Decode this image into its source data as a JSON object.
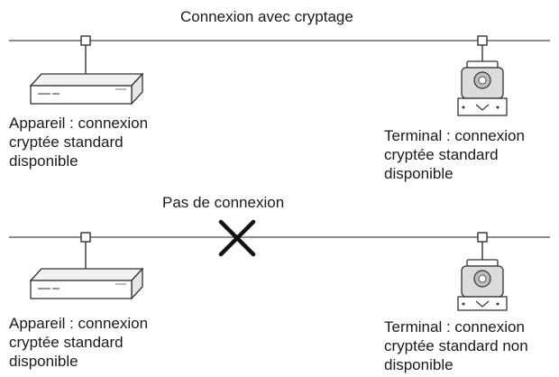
{
  "top": {
    "title": "Connexion avec cryptage",
    "device_label": [
      "Appareil : connexion",
      "cryptée standard",
      "disponible"
    ],
    "terminal_label": [
      "Terminal : connexion",
      "cryptée standard",
      "disponible"
    ]
  },
  "bottom": {
    "title": "Pas de connexion",
    "device_label": [
      "Appareil : connexion",
      "cryptée standard",
      "disponible"
    ],
    "terminal_label": [
      "Terminal : connexion",
      "cryptée standard non",
      "disponible"
    ]
  },
  "colors": {
    "line": "#8c8c8c",
    "stroke": "#333333",
    "cross": "#111111"
  },
  "icons": {
    "device": "network-appliance-icon",
    "terminal": "ptz-camera-icon",
    "connection": "cross-icon"
  }
}
